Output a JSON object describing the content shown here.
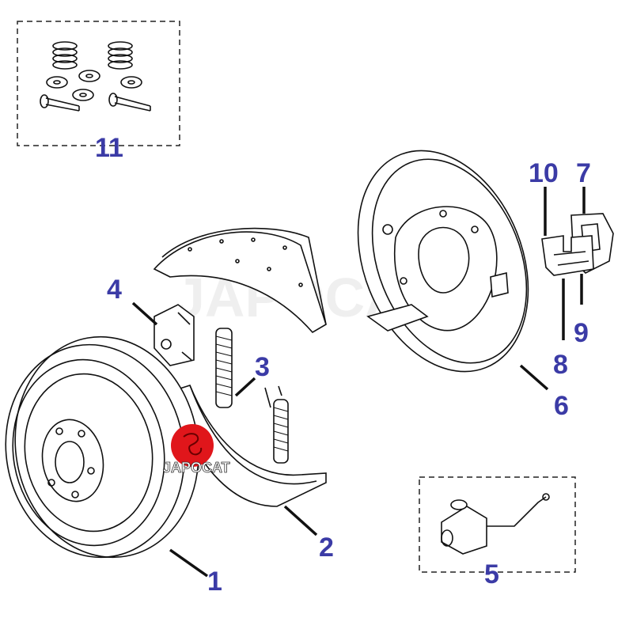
{
  "diagram": {
    "type": "exploded-parts-diagram",
    "labels": {
      "part1": "1",
      "part2": "2",
      "part3": "3",
      "part4": "4",
      "part5": "5",
      "part6": "6",
      "part7": "7",
      "part8": "8",
      "part9": "9",
      "part10": "10",
      "part11": "11"
    },
    "logo_text": "JAPOCAT",
    "watermark_text": "JAPOCAT",
    "colors": {
      "label": "#3b3ba6",
      "logo": "#e0161b",
      "line": "#111111"
    }
  }
}
